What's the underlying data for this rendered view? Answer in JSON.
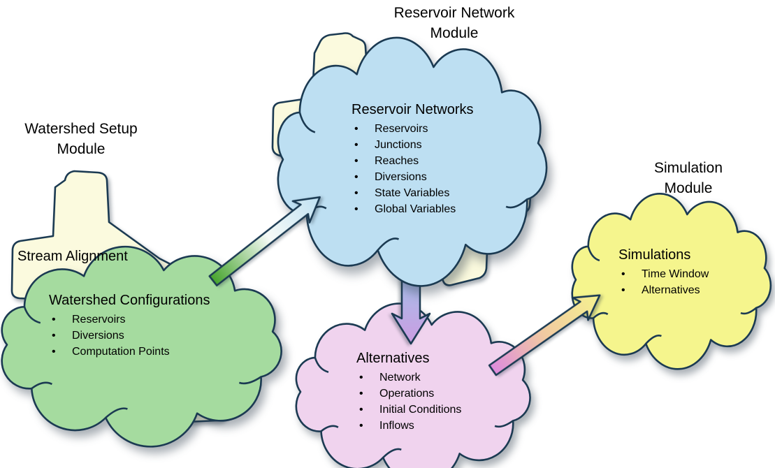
{
  "ui": {
    "bullet": "•"
  },
  "colors": {
    "outline": "#1b3a52",
    "map_fill": "#fbfade",
    "cloud_green": "#a5db9f",
    "cloud_blue": "#bddff2",
    "cloud_pink": "#f0d3ee",
    "cloud_yellow": "#f5f58d",
    "arrow_green_start": "#46a42d",
    "arrow_green_mid": "#f6faf7",
    "arrow_green_end": "#bfe1f3",
    "arrow_down_start": "#8ed7f1",
    "arrow_down_end": "#cb9ce1",
    "arrow_sim_start": "#de8bdd",
    "arrow_sim_mid": "#f1caa1",
    "arrow_sim_end": "#f5f28f"
  },
  "modules": {
    "watershed": {
      "title": "Watershed Setup Module",
      "map_label": "Stream Alignment",
      "heading": "Watershed Configurations",
      "items": [
        "Reservoirs",
        "Diversions",
        "Computation Points"
      ]
    },
    "network": {
      "title": "Reservoir Network Module",
      "heading": "Reservoir Networks",
      "items": [
        "Reservoirs",
        "Junctions",
        "Reaches",
        "Diversions",
        "State Variables",
        "Global Variables"
      ]
    },
    "alternatives": {
      "heading": "Alternatives",
      "items": [
        "Network",
        "Operations",
        "Initial Conditions",
        "Inflows"
      ]
    },
    "simulation": {
      "title": "Simulation Module",
      "heading": "Simulations",
      "items": [
        "Time Window",
        "Alternatives"
      ]
    }
  }
}
